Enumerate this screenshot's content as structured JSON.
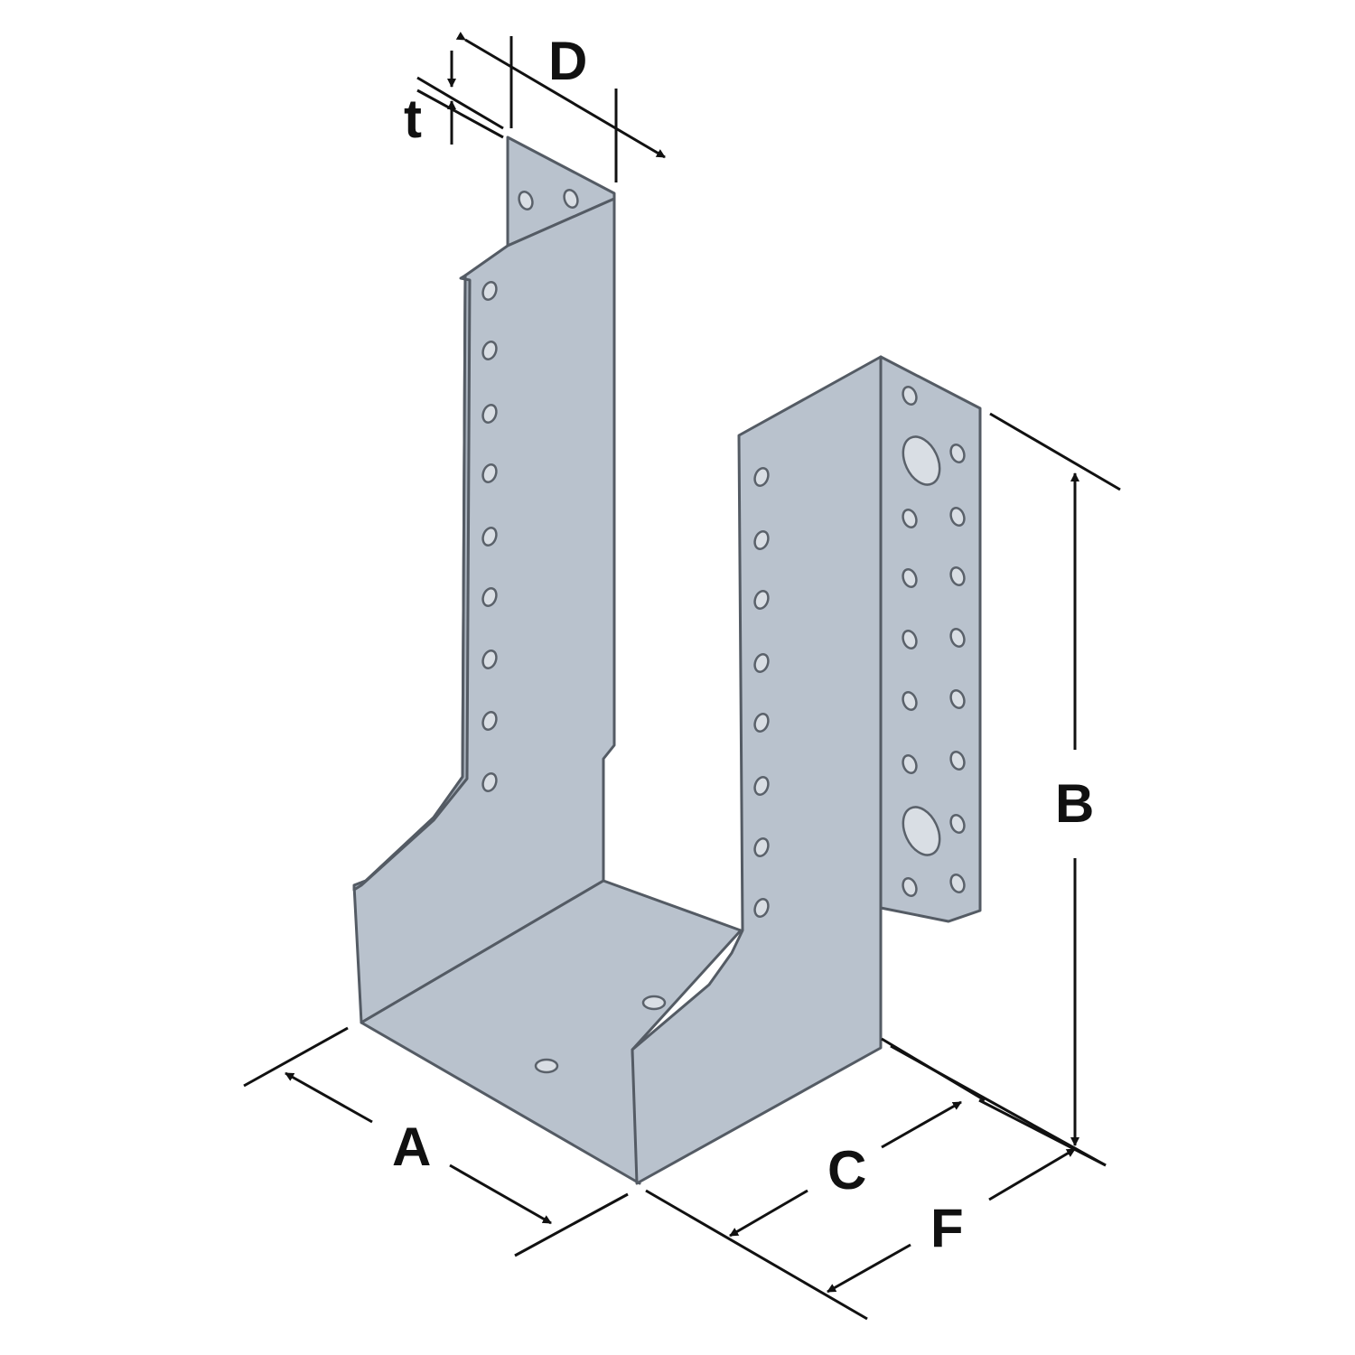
{
  "figure": {
    "colors": {
      "metal": "#b9c2cd",
      "edge": "#545b64",
      "line": "#111111"
    },
    "dimensions": {
      "A": "A",
      "B": "B",
      "C": "C",
      "D": "D",
      "F": "F",
      "t": "t"
    }
  }
}
